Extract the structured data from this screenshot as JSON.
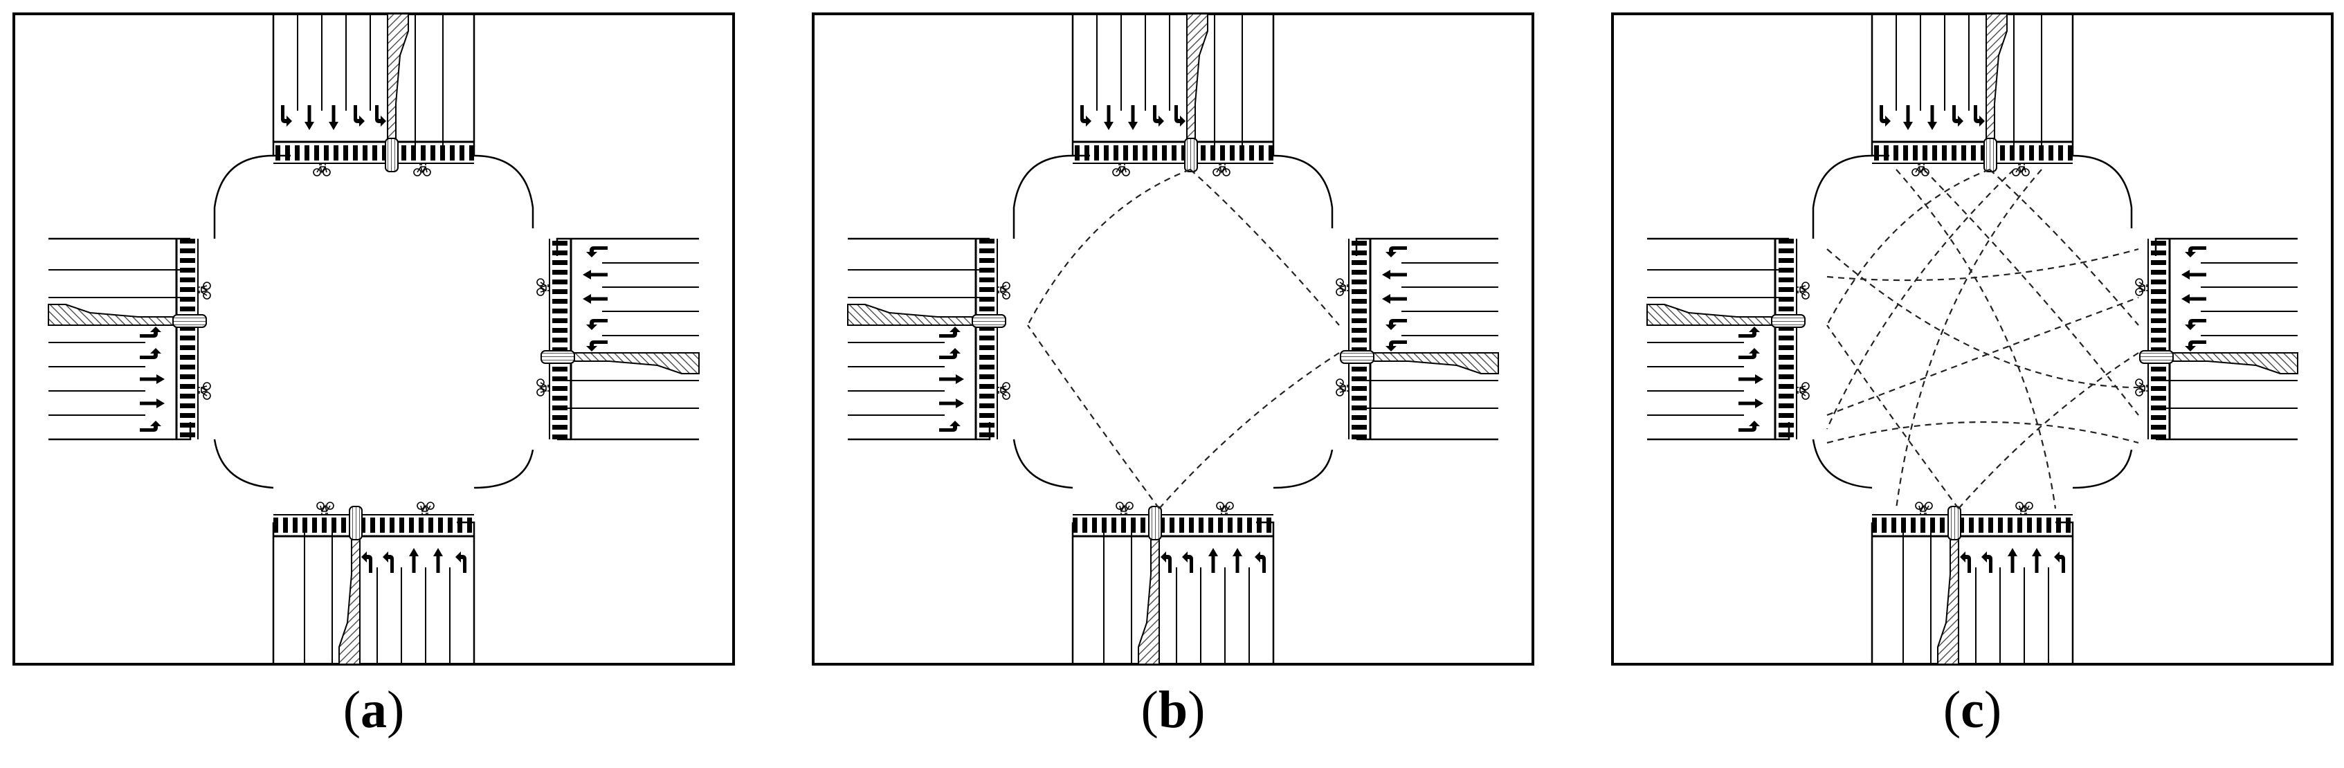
{
  "panels": [
    {
      "id": "a",
      "caption_letter": "a",
      "curve_mode": "none"
    },
    {
      "id": "b",
      "caption_letter": "b",
      "curve_mode": "edge"
    },
    {
      "id": "c",
      "caption_letter": "c",
      "curve_mode": "cross"
    }
  ],
  "colors": {
    "line": "#000000",
    "dash": "#222222",
    "hatch": "#555555",
    "background": "#ffffff"
  },
  "icons": {
    "approach_arrows": [
      "left-turn-arrow",
      "straight-arrow",
      "straight-arrow",
      "left-turn-arrow",
      "left-turn-arrow"
    ],
    "pedestrian_crossing": "zebra-crosswalk",
    "bicycle": "bicycle-icon",
    "median": "hatched-median-island"
  }
}
